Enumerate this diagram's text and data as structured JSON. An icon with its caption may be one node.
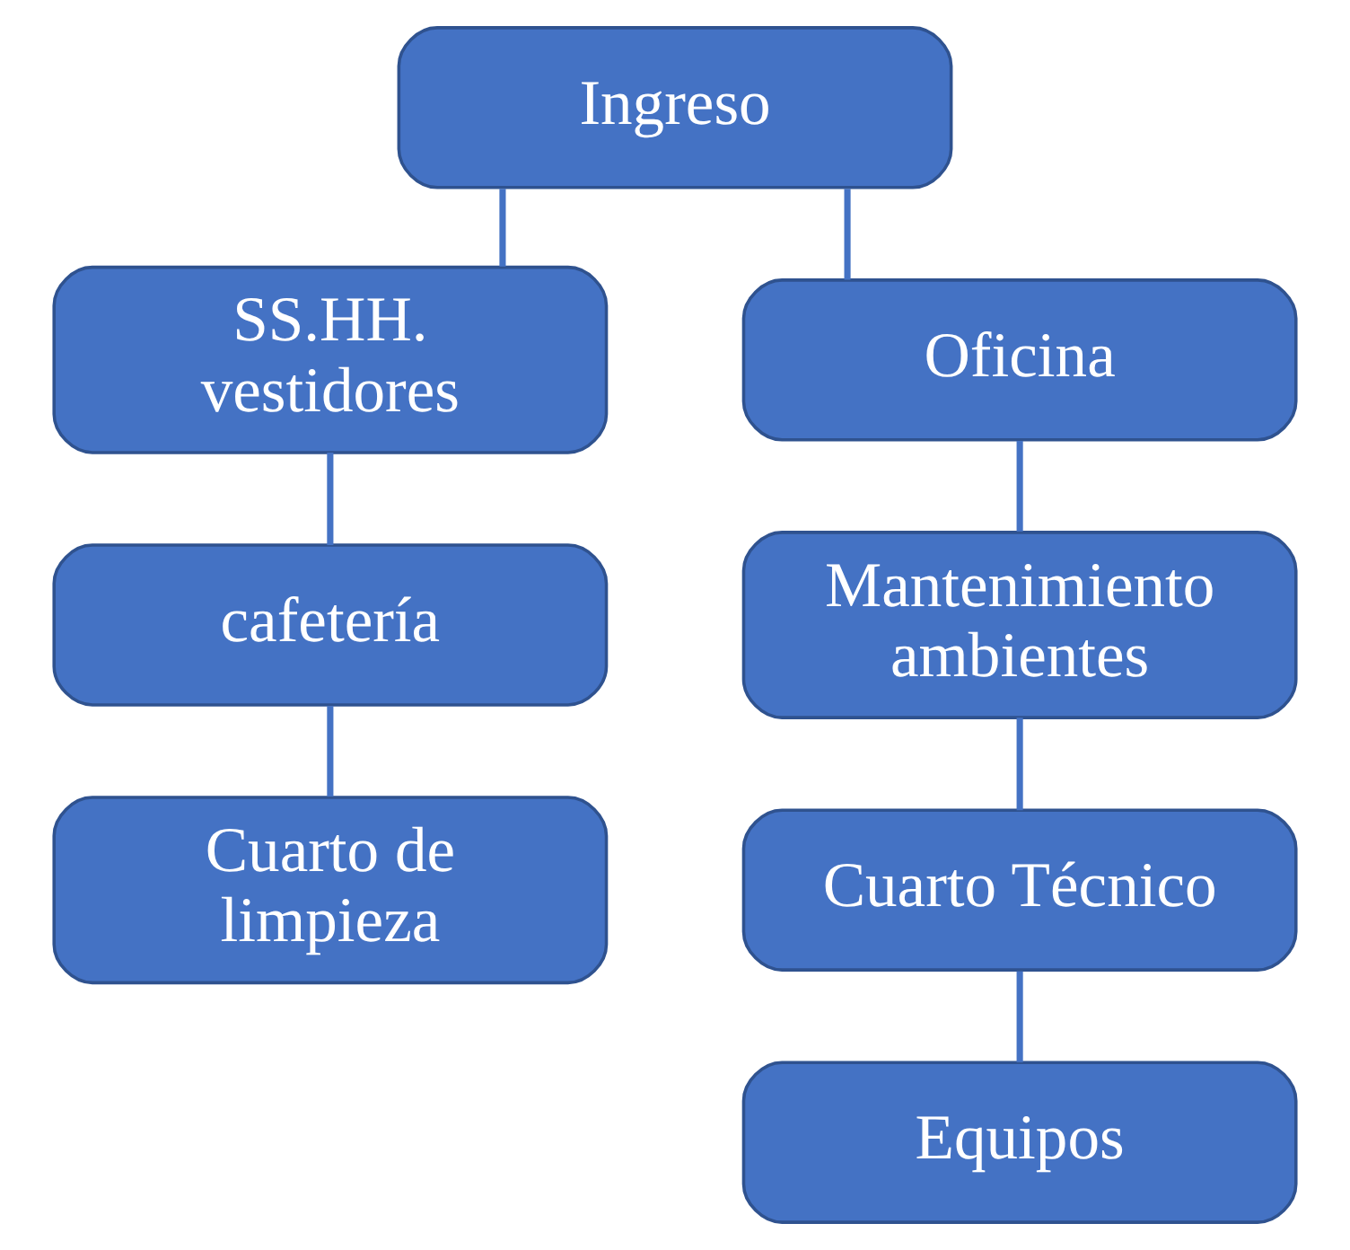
{
  "diagram": {
    "nodes": [
      {
        "text": [
          "Ingreso"
        ]
      },
      {
        "text": [
          "SS.HH. vestidores"
        ]
      },
      {
        "text": [
          "Oficina"
        ]
      },
      {
        "text": [
          "cafetería"
        ]
      },
      {
        "text": [
          "Cuarto de limpieza"
        ]
      },
      {
        "text": [
          "Mantenimiento ambientes"
        ]
      },
      {
        "text": [
          "Cuarto Técnico"
        ]
      },
      {
        "text": [
          "Equipos"
        ]
      }
    ],
    "edges": [
      {
        "from": 0,
        "to": 1,
        "arrow": "none"
      },
      {
        "from": 0,
        "to": 2,
        "arrow": "none"
      },
      {
        "from": 1,
        "to": 3,
        "arrow": "none"
      },
      {
        "from": 3,
        "to": 4,
        "arrow": "none"
      },
      {
        "from": 2,
        "to": 5,
        "arrow": "none"
      },
      {
        "from": 5,
        "to": 6,
        "arrow": "none"
      },
      {
        "from": 6,
        "to": 7,
        "arrow": "none"
      }
    ]
  }
}
